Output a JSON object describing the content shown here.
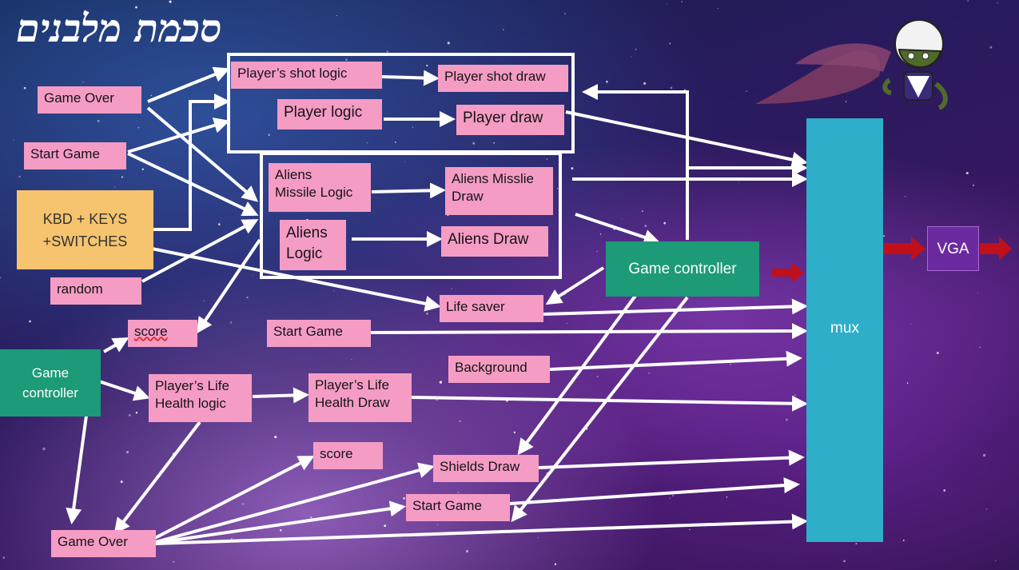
{
  "title": "סכמת מלבנים",
  "frames": {
    "player_group": "",
    "aliens_group": ""
  },
  "blocks": {
    "game_over_top": "Game Over",
    "start_game_left": "Start Game",
    "kbd": [
      "KBD + KEYS",
      "+SWITCHES"
    ],
    "random": "random",
    "score_left": "score",
    "game_controller_left": [
      "Game",
      "controller"
    ],
    "players_shot_logic": "Player’s shot logic",
    "player_shot_draw": "Player shot draw",
    "player_logic": "Player logic",
    "player_draw": "Player draw",
    "aliens_missile_logic": [
      "Aliens",
      "Missile Logic"
    ],
    "aliens_missile_draw": [
      "Aliens Misslie",
      "Draw"
    ],
    "aliens_logic": [
      "Aliens",
      "Logic"
    ],
    "aliens_draw": "Aliens Draw",
    "game_controller_main": "Game controller",
    "life_saver": "Life saver",
    "start_game_mid": "Start Game",
    "background": "Background",
    "players_life_health_logic": [
      "Player’s Life",
      "Health logic"
    ],
    "players_life_health_draw": [
      "Player’s Life",
      "Health Draw"
    ],
    "score_bottom": "score",
    "shields_draw": "Shields Draw",
    "start_game_bottom": "Start Game",
    "game_over_bottom": "Game Over",
    "mux": "mux",
    "vga": "VGA"
  },
  "colors": {
    "block_pink": "#f59cc4",
    "kbd_orange": "#f6c36e",
    "controller_teal": "#1d9a78",
    "mux_cyan": "#2eaec9",
    "vga_purple": "#6c2aa0",
    "arrow_white": "#ffffff",
    "arrow_red": "#c0101a"
  },
  "decoration": {
    "character_icon": "mojo-jojo-character-icon"
  }
}
